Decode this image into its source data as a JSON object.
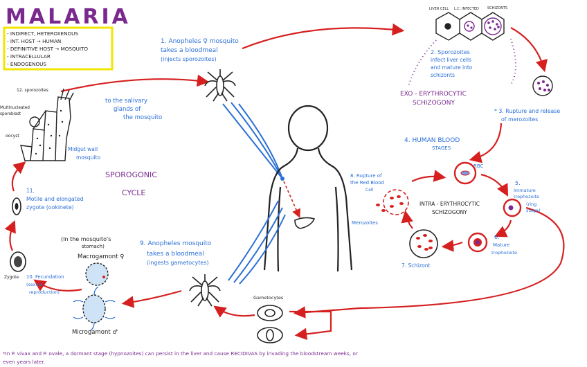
{
  "title": "MALARIA",
  "legend_box": [
    "- INDIRECT, HETEROXENOUS",
    "- INT. HOST → HUMAN",
    "- DEFINITIVE HOST → MOSQUITO",
    "- INTRACELLULAR",
    "- ENDOGENOUS"
  ],
  "steps": {
    "s1": [
      "1. Anopheles ♀ mosquito",
      "takes a bloodmeal",
      "(injects sporozoites)"
    ],
    "s2": [
      "2. Sporozoites",
      "infect liver cells",
      "and mature into",
      "schizonts"
    ],
    "s3": [
      "* 3. Rupture and release",
      "of merozoites"
    ],
    "s4": [
      "4. HUMAN BLOOD",
      "STAGES"
    ],
    "s5": [
      "5.",
      "Immature",
      "trophozoite",
      "(ring",
      "stage)"
    ],
    "s6": [
      "6.",
      "Mature",
      "trophozoite"
    ],
    "s7": "7. Schizont",
    "s8": [
      "8. Rupture of",
      "the Red Blood",
      "Cell"
    ],
    "s9": [
      "9. Anopheles mosquito",
      "takes a bloodmeal",
      "(ingests gametocytes)"
    ],
    "s10": [
      "10. Fecundation",
      "(sexual",
      "reproduction)"
    ],
    "s11": [
      "11.",
      "Motile and elongated",
      "zygote (ookinete)"
    ],
    "s12": "12. sporozoites"
  },
  "labels": {
    "liver_cell": "LIVER CELL",
    "infected": "L.C. INFECTED",
    "schizonts": "SCHIZONTS",
    "exo": [
      "EXO - ERYTHROCYTIC",
      "SCHIZOGONY"
    ],
    "intra": [
      "INTRA - ERYTHROCYTIC",
      "SCHIZOGONY"
    ],
    "rbc": "RBC",
    "merozoites": "Merozoites",
    "gametocytes": "Gametocytes",
    "sporogonic": [
      "SPOROGONIC",
      "CYCLE"
    ],
    "salivary": [
      "to the salivary",
      "glands of",
      "the mosquito"
    ],
    "midgut": [
      "Midgut wall",
      "mosquito"
    ],
    "multinucleated": [
      "Multinucleated",
      "sporoblast"
    ],
    "oocyst": "oocyst",
    "stomach": [
      "(In the mosquito's",
      "stomach)"
    ],
    "macrogamont": "Macrogamont ♀",
    "microgamont": "Microgamont ♂",
    "zygote": "Zygote"
  },
  "footnote": [
    "*In P. vivax and P. ovale, a dormant stage (hypnozoites) can persist in the liver and cause RECIDIVAS by invading the bloodstream weeks, or",
    "even years later."
  ],
  "colors": {
    "title": "#7a2a8f",
    "text": "#2a6fd6",
    "arrow": "#d62020",
    "box": "#f2e600",
    "ink": "#222222"
  }
}
